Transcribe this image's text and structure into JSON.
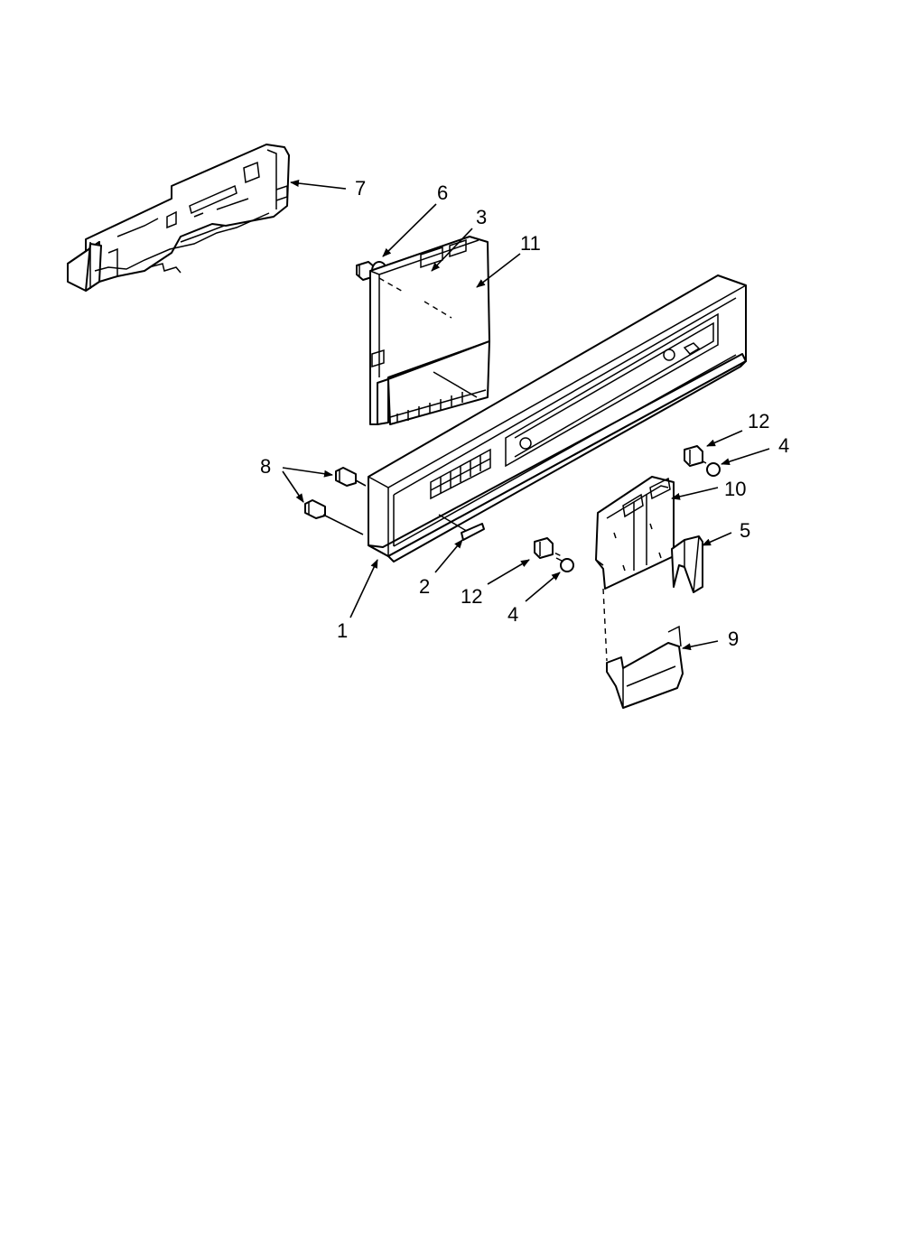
{
  "callouts": [
    {
      "id": "c7",
      "text": "7"
    },
    {
      "id": "c6",
      "text": "6"
    },
    {
      "id": "c3",
      "text": "3"
    },
    {
      "id": "c11",
      "text": "11"
    },
    {
      "id": "c8",
      "text": "8"
    },
    {
      "id": "c12a",
      "text": "12"
    },
    {
      "id": "c4a",
      "text": "4"
    },
    {
      "id": "c10",
      "text": "10"
    },
    {
      "id": "c5",
      "text": "5"
    },
    {
      "id": "c2",
      "text": "2"
    },
    {
      "id": "c12b",
      "text": "12"
    },
    {
      "id": "c4b",
      "text": "4"
    },
    {
      "id": "c1",
      "text": "1"
    },
    {
      "id": "c9",
      "text": "9"
    }
  ]
}
